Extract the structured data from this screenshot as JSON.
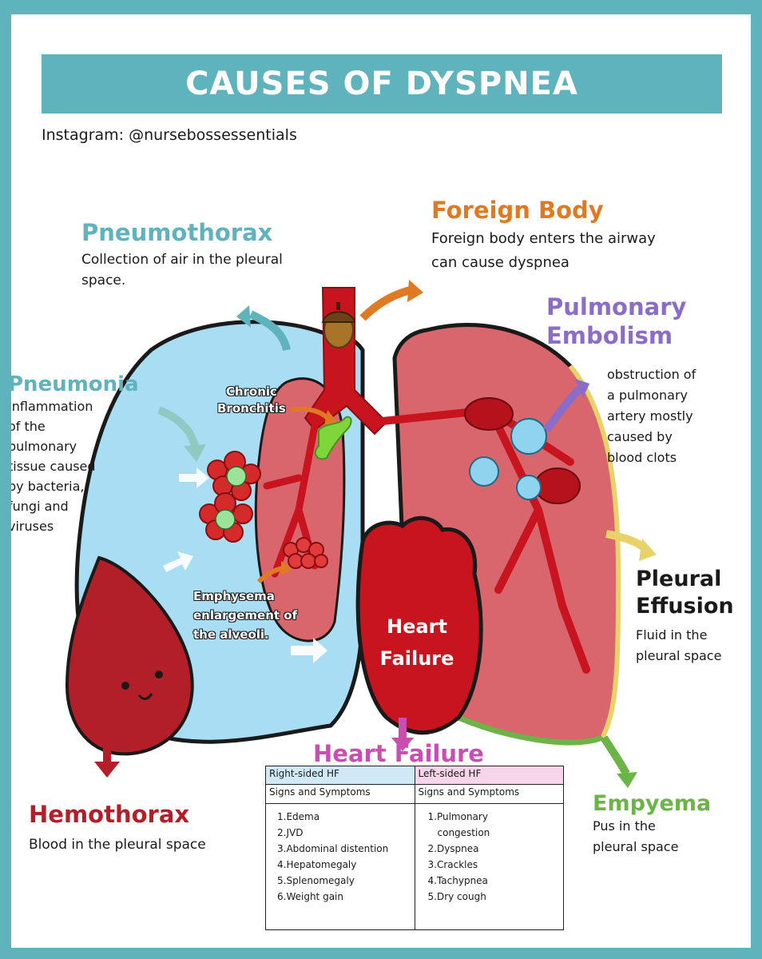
{
  "title": "CAUSES OF DYSPNEA",
  "credit": "Instagram: @nursebossessentials",
  "colors": {
    "teal": "#5fb3bd",
    "lung_left": "#a9ddf4",
    "lung_right": "#d9666c",
    "blood_red": "#c8141e",
    "orange": "#e07a22",
    "purple": "#8b6cc8",
    "pink": "#c84fb0",
    "green": "#6ab546",
    "hemo_red": "#b31f28"
  },
  "sections": {
    "pneumothorax": {
      "title": "Pneumothorax",
      "desc": [
        "Collection of air in the pleural",
        "space."
      ]
    },
    "pneumonia": {
      "title": "Pneumonia",
      "desc": [
        "Inflammation",
        "of the",
        "pulmonary",
        "tissue caused",
        "by bacteria,",
        "fungi and",
        "viruses"
      ]
    },
    "foreign_body": {
      "title": "Foreign Body",
      "desc": [
        "Foreign body enters the airway",
        "can cause dyspnea"
      ]
    },
    "pulmonary_embolism": {
      "title": [
        "Pulmonary",
        "Embolism"
      ],
      "desc": [
        "obstruction of",
        "a pulmonary",
        "artery mostly",
        "caused by",
        "blood clots"
      ]
    },
    "pleural_effusion": {
      "title": [
        "Pleural",
        "Effusion"
      ],
      "desc": [
        "Fluid in the",
        "pleural space"
      ]
    },
    "empyema": {
      "title": "Empyema",
      "desc": [
        "Pus in the",
        "pleural space"
      ]
    },
    "hemothorax": {
      "title": "Hemothorax",
      "desc": [
        "Blood in the pleural space"
      ]
    }
  },
  "inner_labels": {
    "chronic_bronchitis": [
      "Chronic",
      "Bronchitis"
    ],
    "emphysema": [
      "Emphysema",
      "enlargement of",
      "the alveoli."
    ],
    "heart_failure_center": [
      "Heart",
      "Failure"
    ]
  },
  "heart_failure_table": {
    "title": "Heart Failure",
    "right": {
      "header": "Right-sided HF",
      "subheader": "Signs and Symptoms",
      "items": [
        "1.Edema",
        "2.JVD",
        "3.Abdominal distention",
        "4.Hepatomegaly",
        "5.Splenomegaly",
        "6.Weight gain"
      ]
    },
    "left": {
      "header": "Left-sided HF",
      "subheader": "Signs and Symptoms",
      "items": [
        "1.Pulmonary",
        "congestion",
        "2.Dyspnea",
        "3.Crackles",
        "4.Tachypnea",
        "5.Dry cough"
      ]
    }
  }
}
